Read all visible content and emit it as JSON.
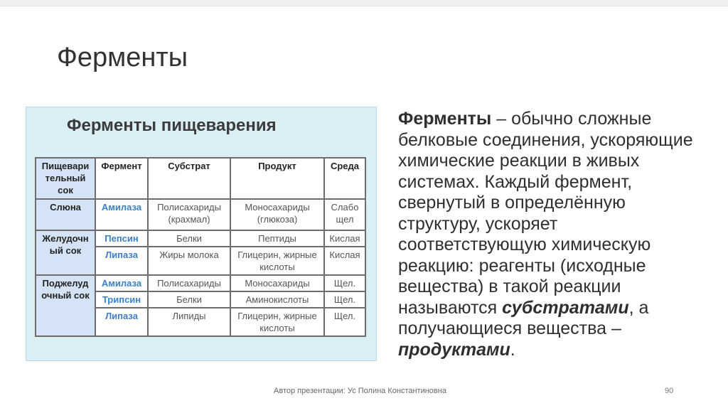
{
  "slide": {
    "title": "Ферменты",
    "footer": "Автор презентации: Ус Полина Константиновна",
    "page_number": "90"
  },
  "figure": {
    "title": "Ферменты пищеварения",
    "headers": [
      "Пищевари тельный сок",
      "Фермент",
      "Субстрат",
      "Продукт",
      "Среда"
    ],
    "groups": [
      {
        "juice": "Слюна",
        "rows": [
          {
            "enzyme": "Амилаза",
            "substrate": "Полисахариды (крахмал)",
            "product": "Моносахариды (глюкоза)",
            "medium": "Слабо щел"
          }
        ]
      },
      {
        "juice": "Желудочн ый сок",
        "rows": [
          {
            "enzyme": "Пепсин",
            "substrate": "Белки",
            "product": "Пептиды",
            "medium": "Кислая"
          },
          {
            "enzyme": "Липаза",
            "substrate": "Жиры молока",
            "product": "Глицерин, жирные кислоты",
            "medium": "Кислая"
          }
        ]
      },
      {
        "juice": "Поджелуд очный сок",
        "rows": [
          {
            "enzyme": "Амилаза",
            "substrate": "Полисахариды",
            "product": "Моносахариды",
            "medium": "Щел."
          },
          {
            "enzyme": "Трипсин",
            "substrate": "Белки",
            "product": "Аминокислоты",
            "medium": "Щел."
          },
          {
            "enzyme": "Липаза",
            "substrate": "Липиды",
            "product": "Глицерин, жирные кислоты",
            "medium": "Щел."
          }
        ]
      }
    ]
  },
  "text": {
    "term": "Ферменты",
    "definition": " – обычно сложные белковые соединения, ускоряющие химические реакции в живых системах. Каждый фермент, свернутый в определённую структуру, ускоряет соответствующую химическую реакцию: реагенты (исходные вещества) в такой реакции называются ",
    "substrates": "субстратами",
    "middle": ", а получающиеся вещества – ",
    "products": "продуктами",
    "end": "."
  },
  "colors": {
    "figure_bg": "#dbeff7",
    "juice_cell_bg": "#d4e4f6",
    "enzyme_text": "#3b7fc4"
  }
}
